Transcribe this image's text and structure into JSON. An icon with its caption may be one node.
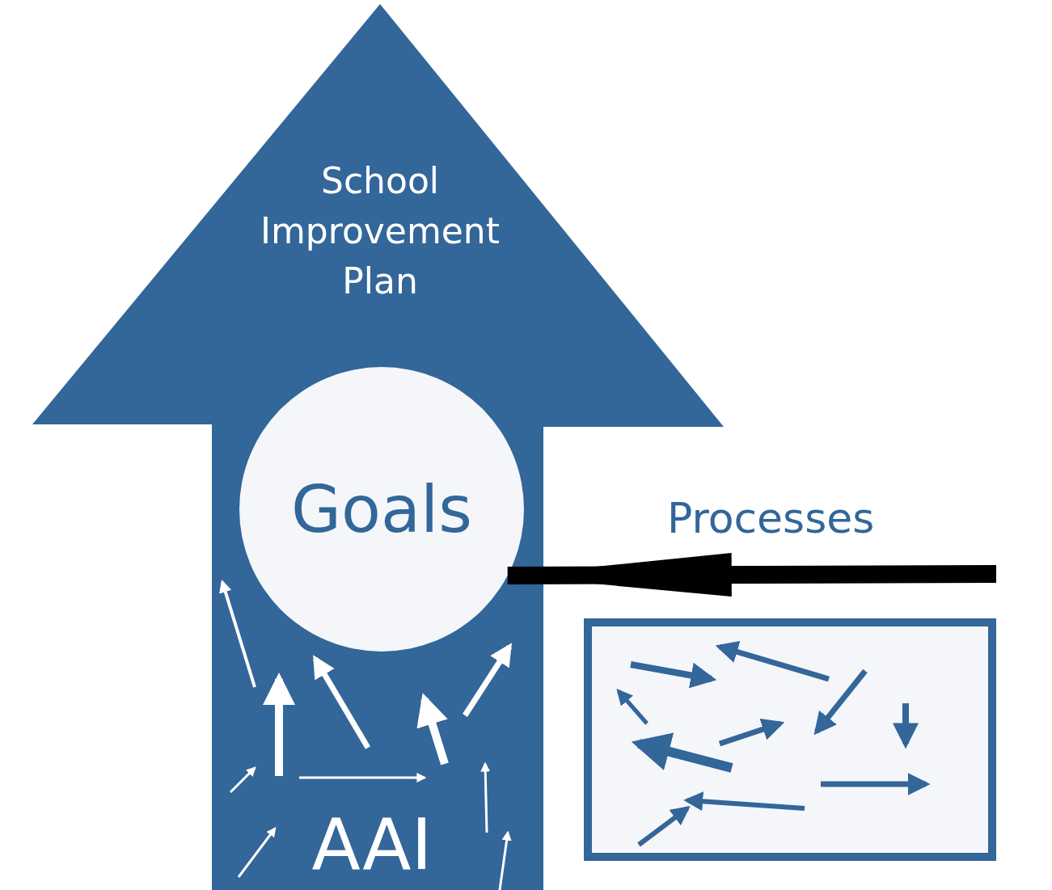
{
  "diagram": {
    "nodes": [
      {
        "text": [
          "School Improvement Plan",
          "AAI"
        ]
      },
      {
        "text": [
          "Goals"
        ],
        "in": 0
      },
      {
        "text": [],
        "shape": "box"
      }
    ],
    "edges": [
      {
        "from": null,
        "to": 1,
        "arrow": "to",
        "label": "Processes",
        "color": "#000000"
      }
    ]
  }
}
